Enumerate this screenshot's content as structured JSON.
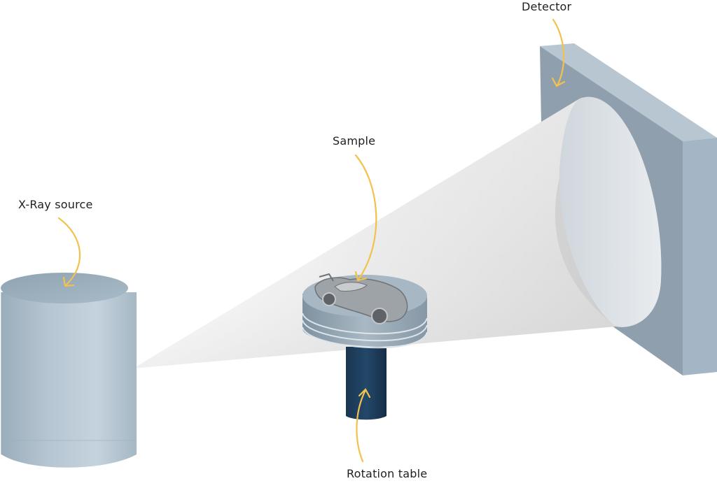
{
  "labels": {
    "detector": "Detector",
    "sample": "Sample",
    "xray_source": "X-Ray source",
    "rotation_table": "Rotation table"
  },
  "colors": {
    "arrow": "#F2C14E",
    "source_body": "#A9BCC9",
    "detector_face": "#9FB0BF",
    "table_stem": "#1C3A57",
    "beam": "#D8D8D8"
  }
}
